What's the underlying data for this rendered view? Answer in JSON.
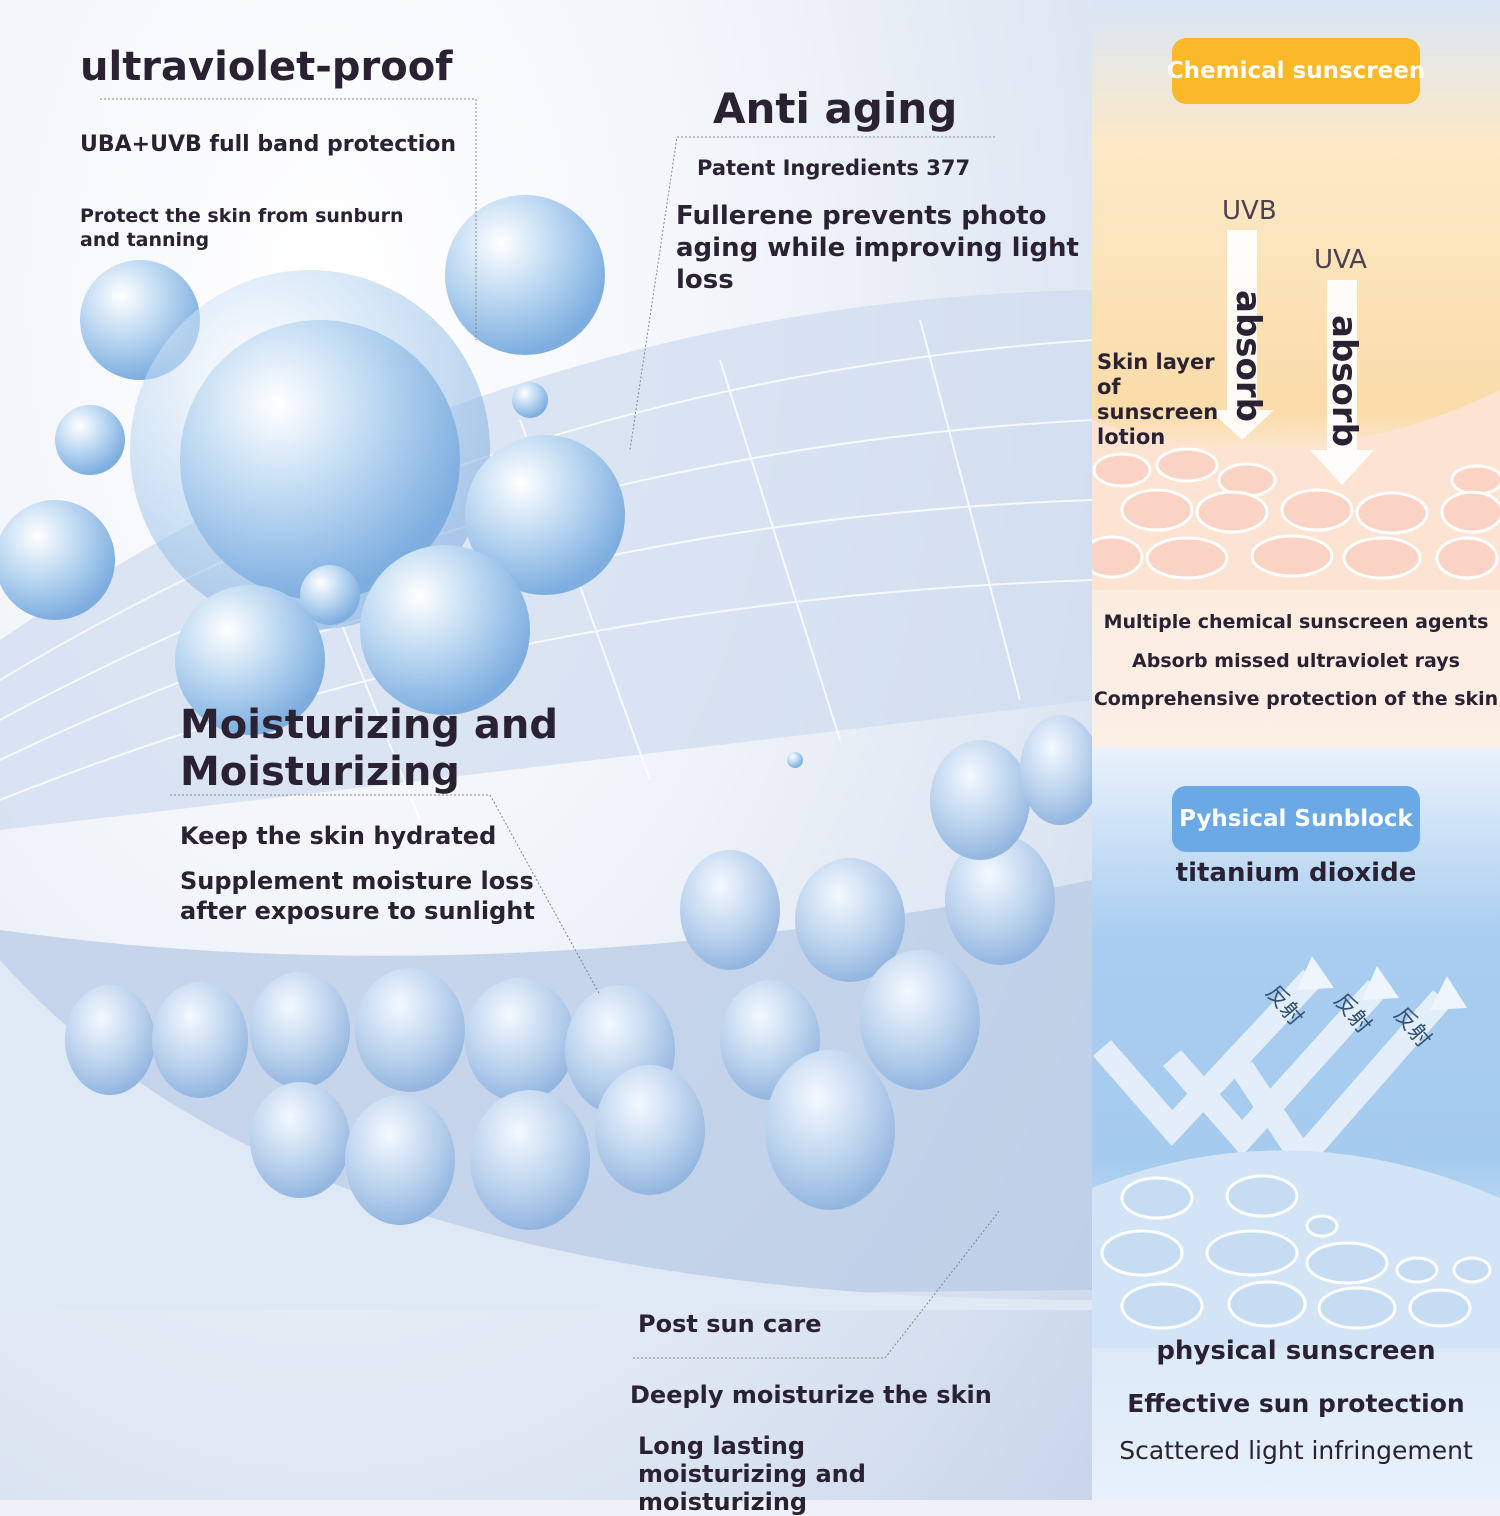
{
  "left": {
    "uv": {
      "title": "ultraviolet-proof",
      "subtitle": "UBA+UVB full band protection",
      "desc": "Protect the skin from sunburn and tanning"
    },
    "anti_aging": {
      "title": "Anti aging",
      "subtitle": "Patent Ingredients 377",
      "desc": "Fullerene prevents photo aging while improving light loss"
    },
    "moisture": {
      "title": "Moisturizing and Moisturizing",
      "line1": "Keep the skin hydrated",
      "line2": "Supplement moisture loss after exposure to sunlight"
    },
    "post_sun": {
      "title": "Post sun care",
      "line1": "Deeply moisturize the skin",
      "line2": "Long lasting moisturizing and moisturizing"
    }
  },
  "chemical": {
    "badge": "Chemical sunscreen",
    "uvb": "UVB",
    "uva": "UVA",
    "absorb": "absorb",
    "skin_layer": "Skin layer of sunscreen lotion",
    "lines": [
      "Multiple chemical sunscreen agents",
      "Absorb missed ultraviolet rays",
      "Comprehensive protection of the skin"
    ],
    "color": "#fbb829"
  },
  "physical": {
    "badge": "Pyhsical Sunblock",
    "subtitle": "titanium dioxide",
    "reflect": "反射",
    "lines": [
      "physical sunscreen",
      "Effective sun protection",
      "Scattered light infringement"
    ],
    "color": "#6aa9e6"
  }
}
